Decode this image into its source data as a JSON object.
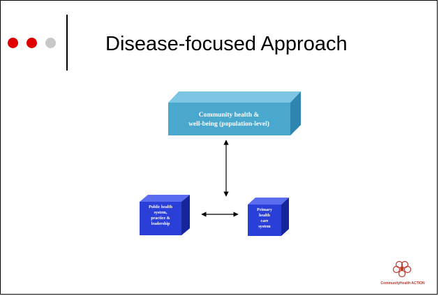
{
  "slide": {
    "title": "Disease-focused Approach"
  },
  "diagram": {
    "top_box": {
      "lines": [
        "Community health &",
        "well-being (population-level)"
      ]
    },
    "left_box": {
      "lines": [
        "Public health",
        "system,",
        "practice &",
        "leadership"
      ]
    },
    "right_box": {
      "lines": [
        "Primary",
        "health",
        "care",
        "system"
      ]
    }
  },
  "logo": {
    "text": "CommunityHealth ACTION"
  },
  "colors": {
    "top_front": "#4aa8cf",
    "top_side": "#2e86b0",
    "top_top": "#7cc6e4",
    "blue_front": "#2a3fd8",
    "blue_side": "#15259a",
    "blue_top": "#5a6cf0",
    "bullet_red": "#e00000",
    "bullet_grey": "#c8c8c8"
  }
}
